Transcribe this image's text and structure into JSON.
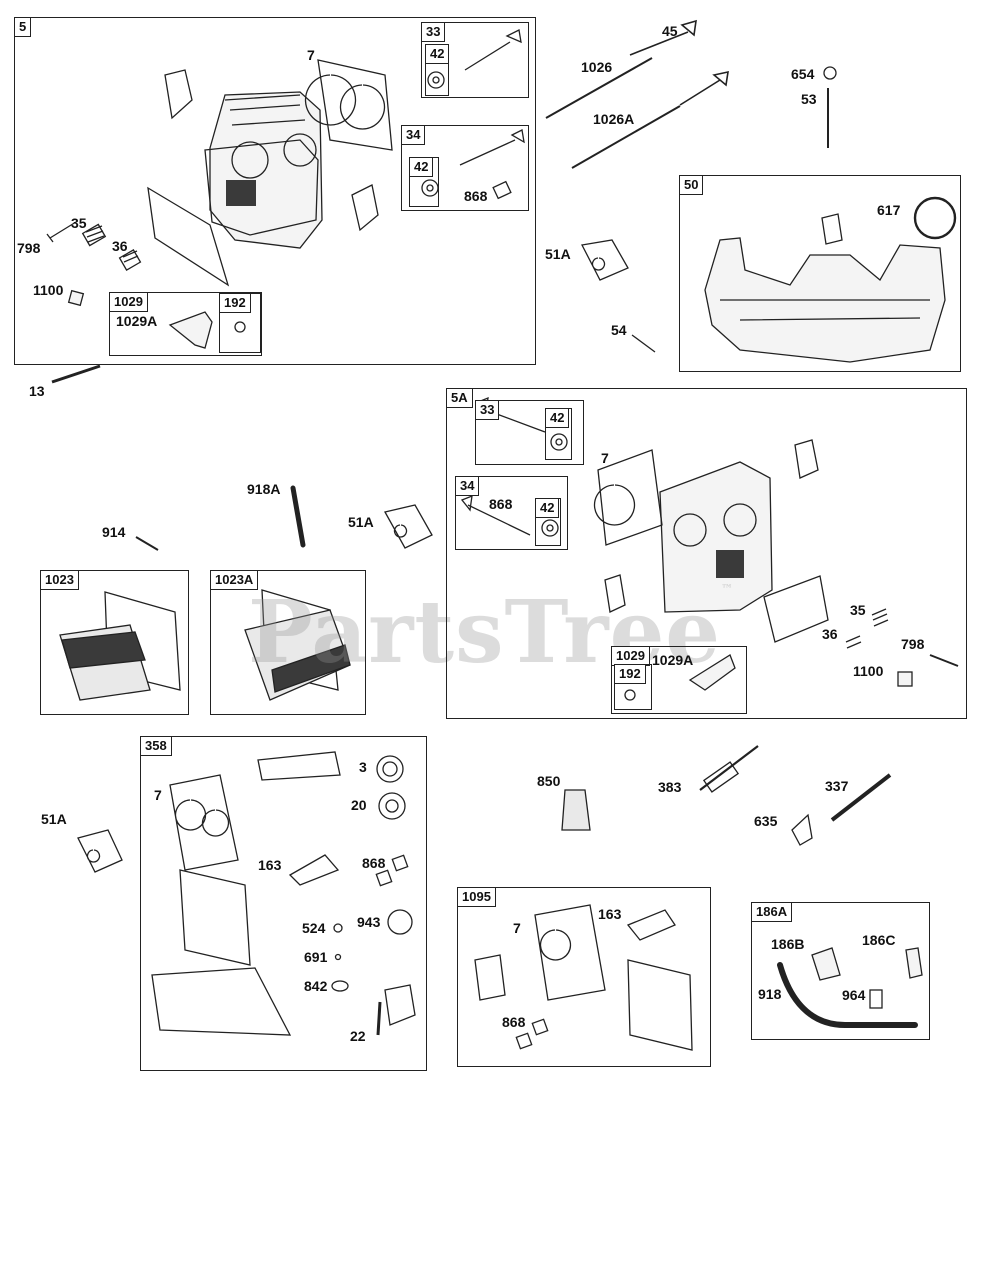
{
  "boxes": {
    "b5": "5",
    "b33": "33",
    "b42a": "42",
    "b34": "34",
    "b42b": "42",
    "b1029": "1029",
    "b192": "192",
    "b50": "50",
    "b5A": "5A",
    "b33b": "33",
    "b42c": "42",
    "b34b": "34",
    "b42d": "42",
    "b1029b": "1029",
    "b192b": "192",
    "b1023": "1023",
    "b1023A": "1023A",
    "b358": "358",
    "b1095": "1095",
    "b186A": "186A"
  },
  "labels": {
    "l7a": "7",
    "l868a": "868",
    "l35a": "35",
    "l36a": "36",
    "l798a": "798",
    "l1100a": "1100",
    "l1029Aa": "1029A",
    "l45": "45",
    "l1026": "1026",
    "l1026A": "1026A",
    "l654": "654",
    "l53": "53",
    "l617": "617",
    "l51Aa": "51A",
    "l54": "54",
    "l13": "13",
    "l918A": "918A",
    "l914": "914",
    "l51Ab": "51A",
    "l7b": "7",
    "l868b": "868",
    "l35b": "35",
    "l36b": "36",
    "l798b": "798",
    "l1100b": "1100",
    "l1029Ab": "1029A",
    "l51Ac": "51A",
    "l7c": "7",
    "l163a": "163",
    "l3": "3",
    "l20": "20",
    "l868c": "868",
    "l524": "524",
    "l943": "943",
    "l691": "691",
    "l842": "842",
    "l22": "22",
    "l850": "850",
    "l383": "383",
    "l337": "337",
    "l635": "635",
    "l7d": "7",
    "l163b": "163",
    "l868d": "868",
    "l186B": "186B",
    "l186C": "186C",
    "l918": "918",
    "l964": "964"
  },
  "watermark": {
    "text": "PartsTree",
    "tm": "™"
  },
  "colors": {
    "line": "#222222",
    "fill_light": "#f4f4f4",
    "fill_dark": "#3a3a3a",
    "watermark": "#969696"
  }
}
